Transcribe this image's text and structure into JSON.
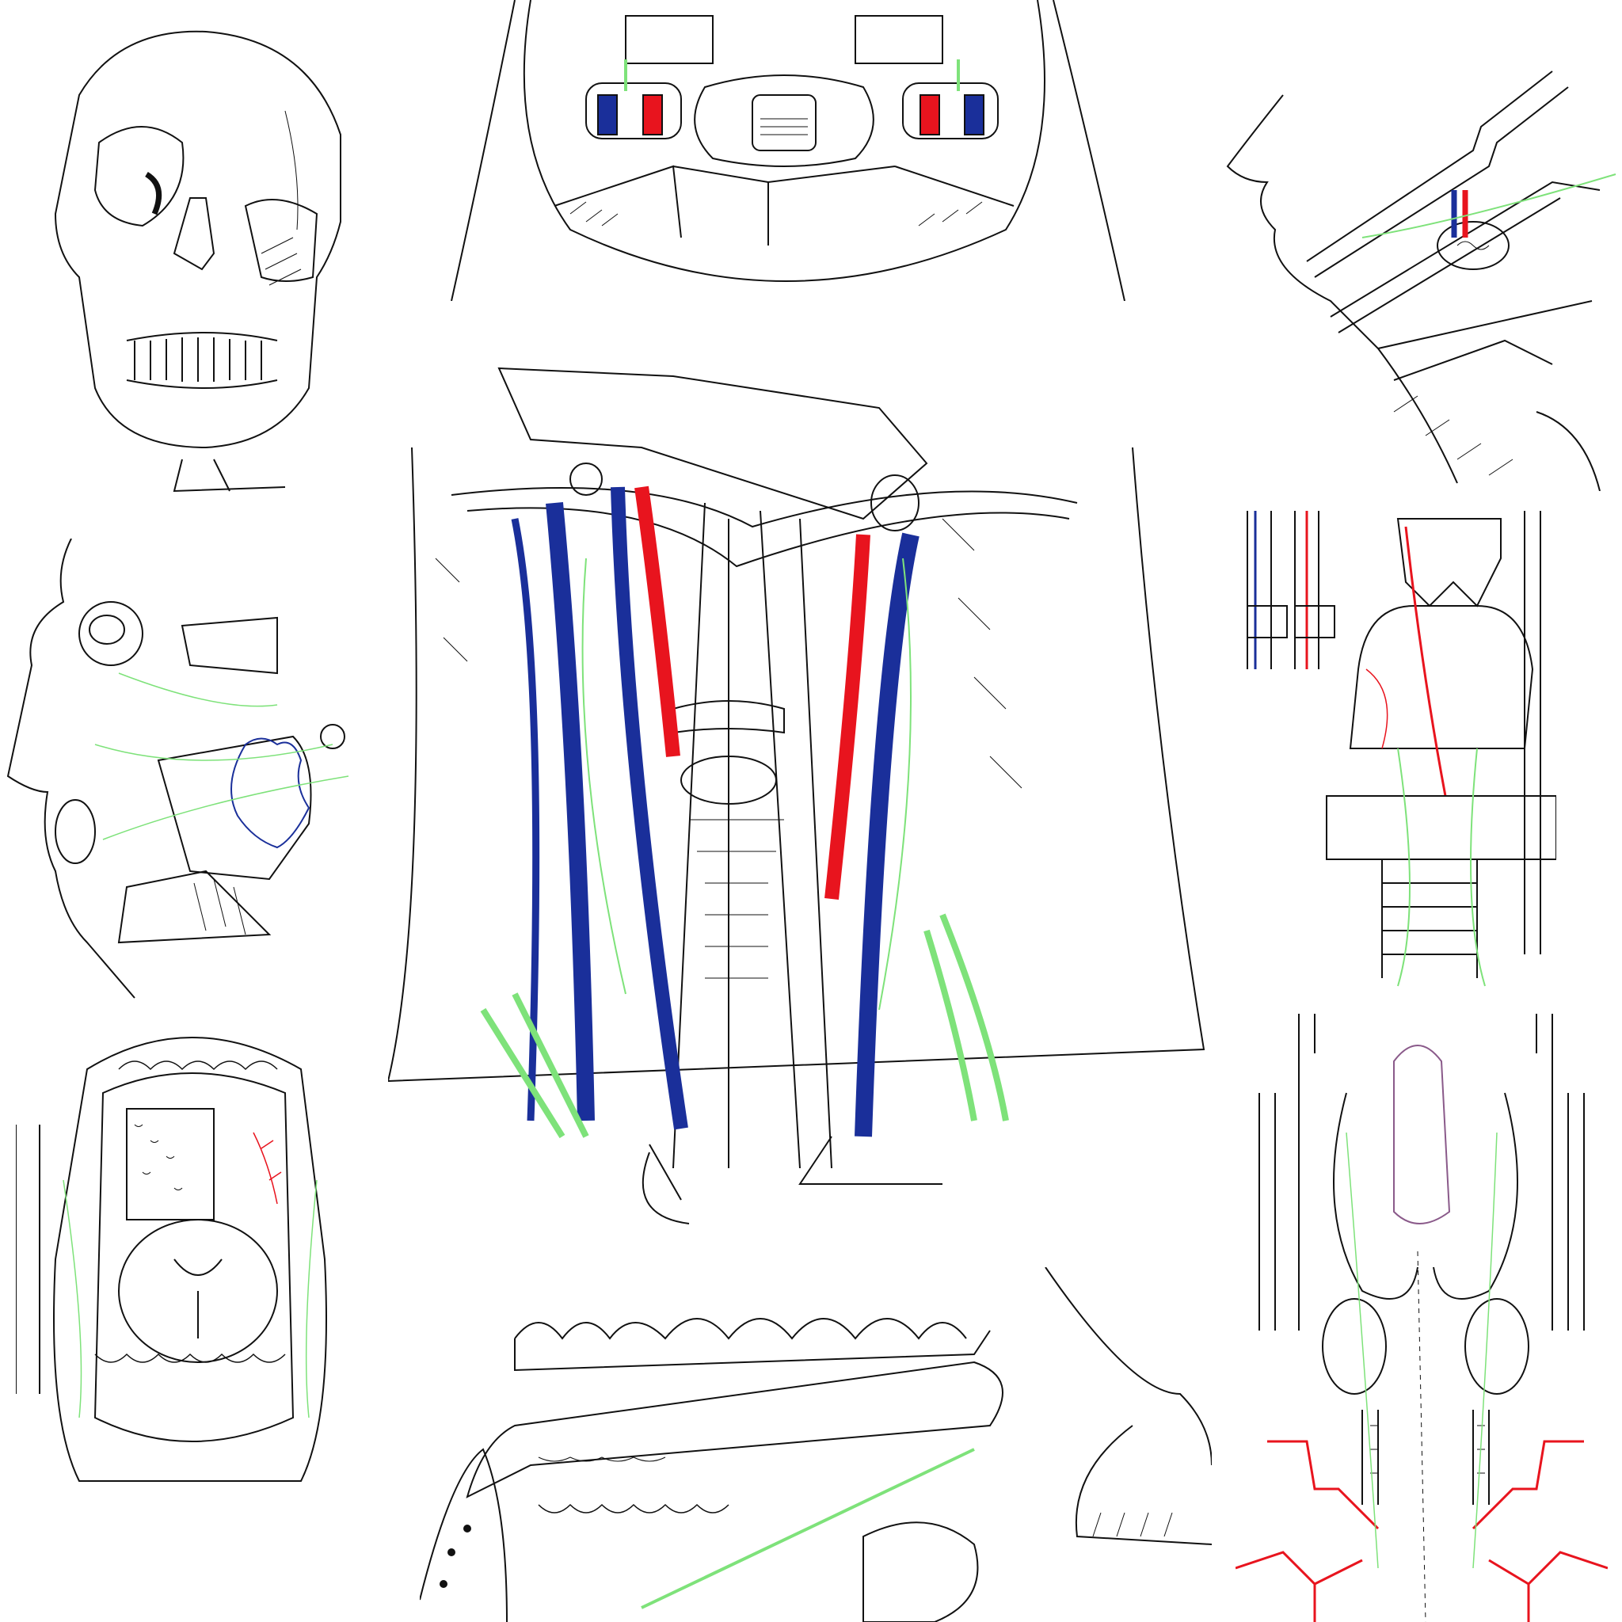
{
  "collage": {
    "panels": [
      {
        "subject": "skull-frontal-view"
      },
      {
        "subject": "neck-cross-section"
      },
      {
        "subject": "submandibular-region-lateral"
      },
      {
        "subject": "face-lateral-parotid-region"
      },
      {
        "subject": "anterior-neck-dissection"
      },
      {
        "subject": "larynx-thyroid-posterior-view"
      },
      {
        "subject": "oral-cavity-open-mouth"
      },
      {
        "subject": "mandible-sublingual-region"
      },
      {
        "subject": "thyroid-parathyroid-vessels"
      }
    ]
  },
  "colors": {
    "ink": "#111111",
    "artery": "#e8141e",
    "vein": "#1a2f9a",
    "nerve": "#7ee27a",
    "paper": "#ffffff"
  }
}
